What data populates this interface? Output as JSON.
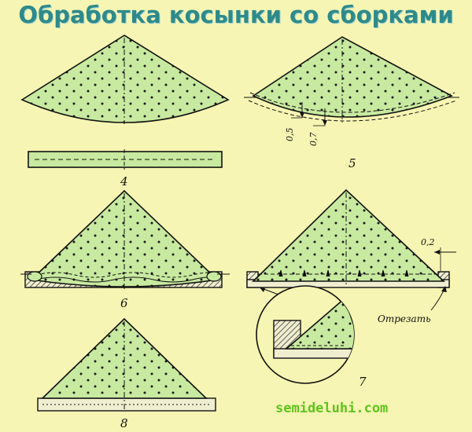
{
  "title": "Обработка косынки со сборками",
  "footer": "semideluhi.com",
  "labels": {
    "fig4": "4",
    "fig5": "5",
    "fig6": "6",
    "fig7": "7",
    "fig8": "8",
    "dim_05": "0,5",
    "dim_07": "0,7",
    "dim_02": "0,2",
    "cut": "Отрезать"
  },
  "colors": {
    "background": "#f7f5b3",
    "fabric": "#c8eaa0",
    "title": "#2e8a8a",
    "footer": "#5fc41e"
  }
}
